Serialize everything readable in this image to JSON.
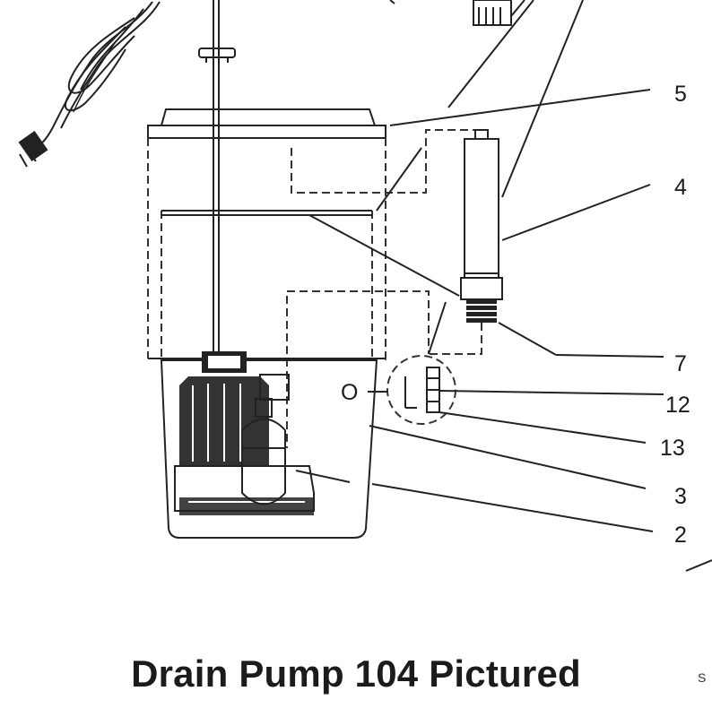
{
  "caption": "Drain Pump 104 Pictured",
  "edge_text": "S",
  "callouts": [
    {
      "id": "5",
      "label": "5"
    },
    {
      "id": "4",
      "label": "4"
    },
    {
      "id": "7",
      "label": "7"
    },
    {
      "id": "12",
      "label": "12"
    },
    {
      "id": "13",
      "label": "13"
    },
    {
      "id": "3",
      "label": "3"
    },
    {
      "id": "2",
      "label": "2"
    }
  ],
  "float_label": "O"
}
